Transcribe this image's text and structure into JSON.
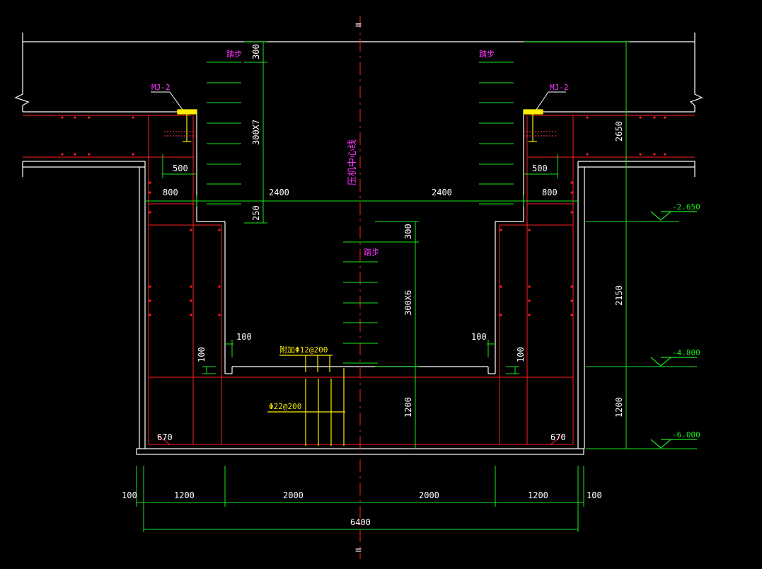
{
  "colors": {
    "background": "#000000",
    "outline": "#ffffff",
    "rebar": "#ff2020",
    "dimension": "#19e619",
    "centerline": "#ff2020",
    "text_white": "#ffffff",
    "annotation": "#ff33ff",
    "steel": "#ffee00"
  },
  "labels": {
    "mj_left": "MJ-2",
    "mj_right": "MJ-2",
    "step_top_left": "踏步",
    "step_top_right": "踏步",
    "step_bottom": "踏步",
    "center_line": "压机中心线",
    "rebar_top": "附加Φ12@200",
    "rebar_bottom": "Φ22@200",
    "center_mark_top": "=",
    "center_mark_bottom": "="
  },
  "dimensions": {
    "d300_top": "300",
    "d300x7": "300X7",
    "d250": "250",
    "d2400_left": "2400",
    "d2400_right": "2400",
    "d500_left": "500",
    "d500_right": "500",
    "d800_left": "800",
    "d800_right": "800",
    "d2650": "2650",
    "d2150": "2150",
    "d1200_right": "1200",
    "d300_mid": "300",
    "d300x6": "300X6",
    "d1200_mid": "1200",
    "d100_a": "100",
    "d100_b": "100",
    "d100_c": "100",
    "d100_d": "100",
    "d670_left": "670",
    "d670_right": "670",
    "b100_left": "100",
    "b1200_left": "1200",
    "b2000_left": "2000",
    "b2000_right": "2000",
    "b1200_right": "1200",
    "b100_right": "100",
    "b6400": "6400"
  },
  "elevations": {
    "e1": "-2.650",
    "e2": "-4.800",
    "e3": "-6.000"
  }
}
